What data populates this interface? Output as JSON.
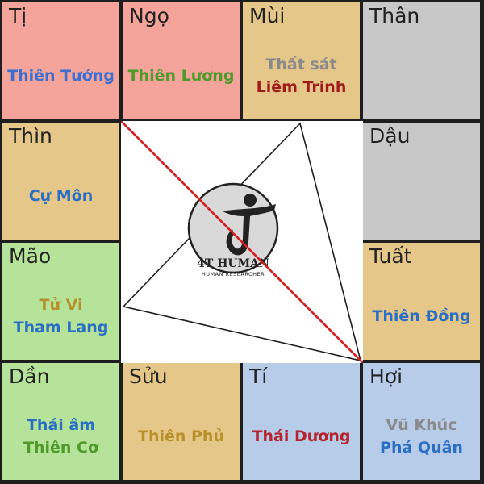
{
  "palaces": [
    {
      "branch": "Tị",
      "stars": [
        {
          "name": "Thiên Tướng",
          "color": "#3a6fd0"
        }
      ],
      "bg": "#f4a49b"
    },
    {
      "branch": "Ngọ",
      "stars": [
        {
          "name": "Thiên Lương",
          "color": "#4f9a2a"
        }
      ],
      "bg": "#f4a49b"
    },
    {
      "branch": "Mùi",
      "stars": [
        {
          "name": "Thất sát",
          "color": "#8a8a8a"
        },
        {
          "name": "Liêm Trinh",
          "color": "#a01c1c"
        }
      ],
      "bg": "#e6c78a"
    },
    {
      "branch": "Thân",
      "stars": [],
      "bg": "#c8c8c8"
    },
    {
      "branch": "Dậu",
      "stars": [],
      "bg": "#c8c8c8"
    },
    {
      "branch": "Tuất",
      "stars": [
        {
          "name": "Thiên Đồng",
          "color": "#2a6fc4"
        }
      ],
      "bg": "#e6c78a"
    },
    {
      "branch": "Hợi",
      "stars": [
        {
          "name": "Vũ Khúc",
          "color": "#8a8a8a"
        },
        {
          "name": "Phá Quân",
          "color": "#2a6fc4"
        }
      ],
      "bg": "#b6cce8"
    },
    {
      "branch": "Tí",
      "stars": [
        {
          "name": "Thái Dương",
          "color": "#b3242e"
        }
      ],
      "bg": "#b6cce8"
    },
    {
      "branch": "Sửu",
      "stars": [
        {
          "name": "Thiên Phủ",
          "color": "#b8902a"
        }
      ],
      "bg": "#e6c78a"
    },
    {
      "branch": "Dần",
      "stars": [
        {
          "name": "Thái âm",
          "color": "#2a6fc4"
        },
        {
          "name": "Thiên Cơ",
          "color": "#4f9a2a"
        }
      ],
      "bg": "#b6e39a"
    },
    {
      "branch": "Mão",
      "stars": [
        {
          "name": "Tử Vi",
          "color": "#b8902a"
        },
        {
          "name": "Tham Lang",
          "color": "#2a6fc4"
        }
      ],
      "bg": "#b6e39a"
    },
    {
      "branch": "Thìn",
      "stars": [
        {
          "name": "Cự Môn",
          "color": "#2a6fc4"
        }
      ],
      "bg": "#e6c78a"
    }
  ],
  "logo": {
    "name": "4T HUMAN",
    "tagline": "HUMAN RESEARCHER"
  },
  "colors": {
    "grid_line": "#1e1e1e",
    "red_diagonal": "#d42020",
    "triangle": "#1e1e1e",
    "logo_circle": "#d9d9d9"
  }
}
